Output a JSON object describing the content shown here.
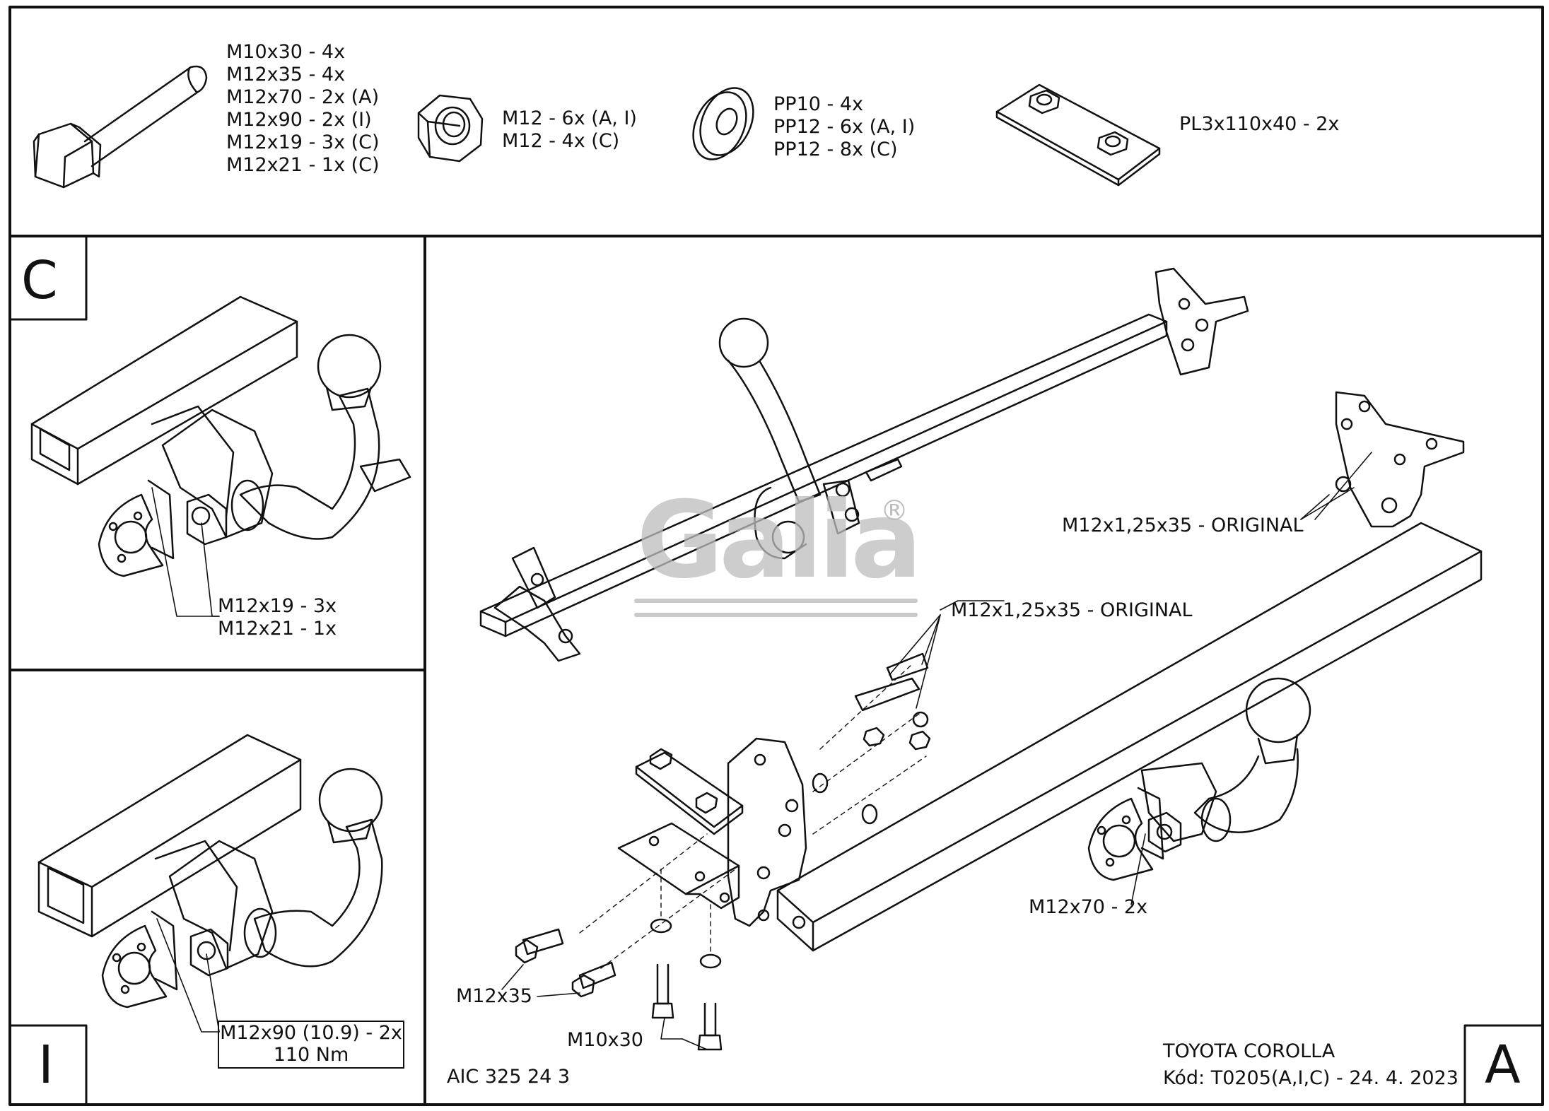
{
  "parts": {
    "bolts": [
      "M10x30 - 4x",
      "M12x35 - 4x",
      "M12x70 - 2x (A)",
      "M12x90 - 2x (I)",
      "M12x19 - 3x (C)",
      "M12x21 - 1x (C)"
    ],
    "nuts": [
      "M12 - 6x (A, I)",
      "M12 - 4x (C)"
    ],
    "washers": [
      "PP10 - 4x",
      "PP12 - 6x (A, I)",
      "PP12 - 8x (C)"
    ],
    "plate": "PL3x110x40 - 2x"
  },
  "panel_c": {
    "letter": "C",
    "callout_line1": "M12x19 - 3x",
    "callout_line2": "M12x21 - 1x"
  },
  "panel_i": {
    "letter": "I",
    "box_line1": "M12x90 (10.9) - 2x",
    "box_line2": "110 Nm"
  },
  "panel_a": {
    "letter": "A",
    "original_right": "M12x1,25x35 - ORIGINAL",
    "original_center": "M12x1,25x35 - ORIGINAL",
    "m12x70": "M12x70 - 2x",
    "m12x35": "M12x35",
    "m10x30": "M10x30",
    "aic_code": "AIC 325 24 3",
    "car": "TOYOTA COROLLA",
    "code_date": "Kód: T0205(A,I,C) - 24. 4. 2023"
  },
  "watermark": {
    "brand": "Galia",
    "registered": "®"
  },
  "colors": {
    "line": "#111111",
    "watermark": "#bdbdbd",
    "background": "#ffffff"
  }
}
